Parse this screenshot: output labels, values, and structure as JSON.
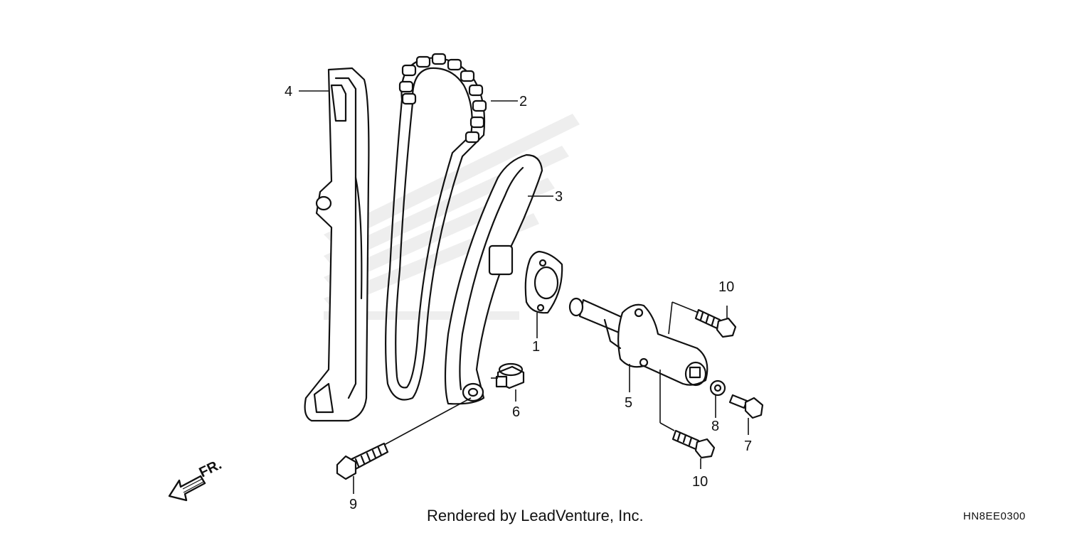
{
  "footer": {
    "rendered_by": "Rendered by LeadVenture, Inc.",
    "diagram_code": "HN8EE0300"
  },
  "direction_marker": {
    "label": "FR.",
    "icon": "arrow-icon"
  },
  "callouts": {
    "c1": "1",
    "c2": "2",
    "c3": "3",
    "c4": "4",
    "c5": "5",
    "c6": "6",
    "c7": "7",
    "c8": "8",
    "c9": "9",
    "c10a": "10",
    "c10b": "10"
  },
  "colors": {
    "line": "#111111",
    "watermark": "#cfcfcf",
    "background": "#ffffff"
  }
}
